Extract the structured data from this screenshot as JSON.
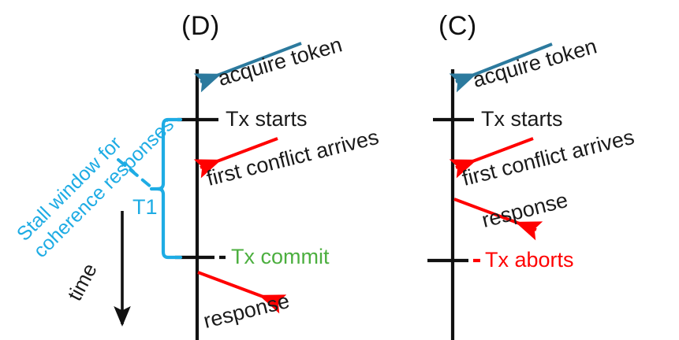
{
  "figure": {
    "type": "sequence-timeline-diagram",
    "description": "Two side-by-side transaction timelines comparing a committing transaction (D) and an aborting transaction (C)."
  },
  "panels": [
    {
      "id": "D",
      "title": "(D)",
      "timeline_name": "timeline-axis-d",
      "events": [
        {
          "name": "acquire-token",
          "label": "acquire token",
          "color": "#2c7a9e",
          "direction": "incoming"
        },
        {
          "name": "tx-starts",
          "label": "Tx starts",
          "color": "#1a1a1a",
          "direction": "tick"
        },
        {
          "name": "first-conflict",
          "label": "first conflict arrives",
          "color": "#ff0000",
          "direction": "incoming"
        },
        {
          "name": "tx-commit",
          "label": "Tx commit",
          "color": "#4caf3f",
          "direction": "tick"
        },
        {
          "name": "response",
          "label": "response",
          "color": "#ff0000",
          "direction": "outgoing"
        }
      ],
      "annotation": {
        "brace_label": "T1",
        "brace_color": "#1eace4",
        "callout_line1": "Stall window for",
        "callout_line2": "coherence responses"
      }
    },
    {
      "id": "C",
      "title": "(C)",
      "timeline_name": "timeline-axis-c",
      "events": [
        {
          "name": "acquire-token",
          "label": "acquire token",
          "color": "#2c7a9e",
          "direction": "incoming"
        },
        {
          "name": "tx-starts",
          "label": "Tx starts",
          "color": "#1a1a1a",
          "direction": "tick"
        },
        {
          "name": "first-conflict",
          "label": "first conflict arrives",
          "color": "#ff0000",
          "direction": "incoming"
        },
        {
          "name": "response",
          "label": "response",
          "color": "#ff0000",
          "direction": "outgoing"
        },
        {
          "name": "tx-aborts",
          "label": "Tx aborts",
          "color": "#ff0000",
          "direction": "tick"
        }
      ],
      "annotation": null
    }
  ],
  "axis": {
    "time_label": "time",
    "time_direction": "downward",
    "color": "#111111"
  },
  "colors": {
    "token_arrow": "#2c7a9e",
    "conflict_arrow": "#ff0000",
    "commit_text": "#4caf3f",
    "abort_text": "#ff0000",
    "brace_blue": "#1eace4",
    "timeline_black": "#111111",
    "background": "#ffffff"
  }
}
